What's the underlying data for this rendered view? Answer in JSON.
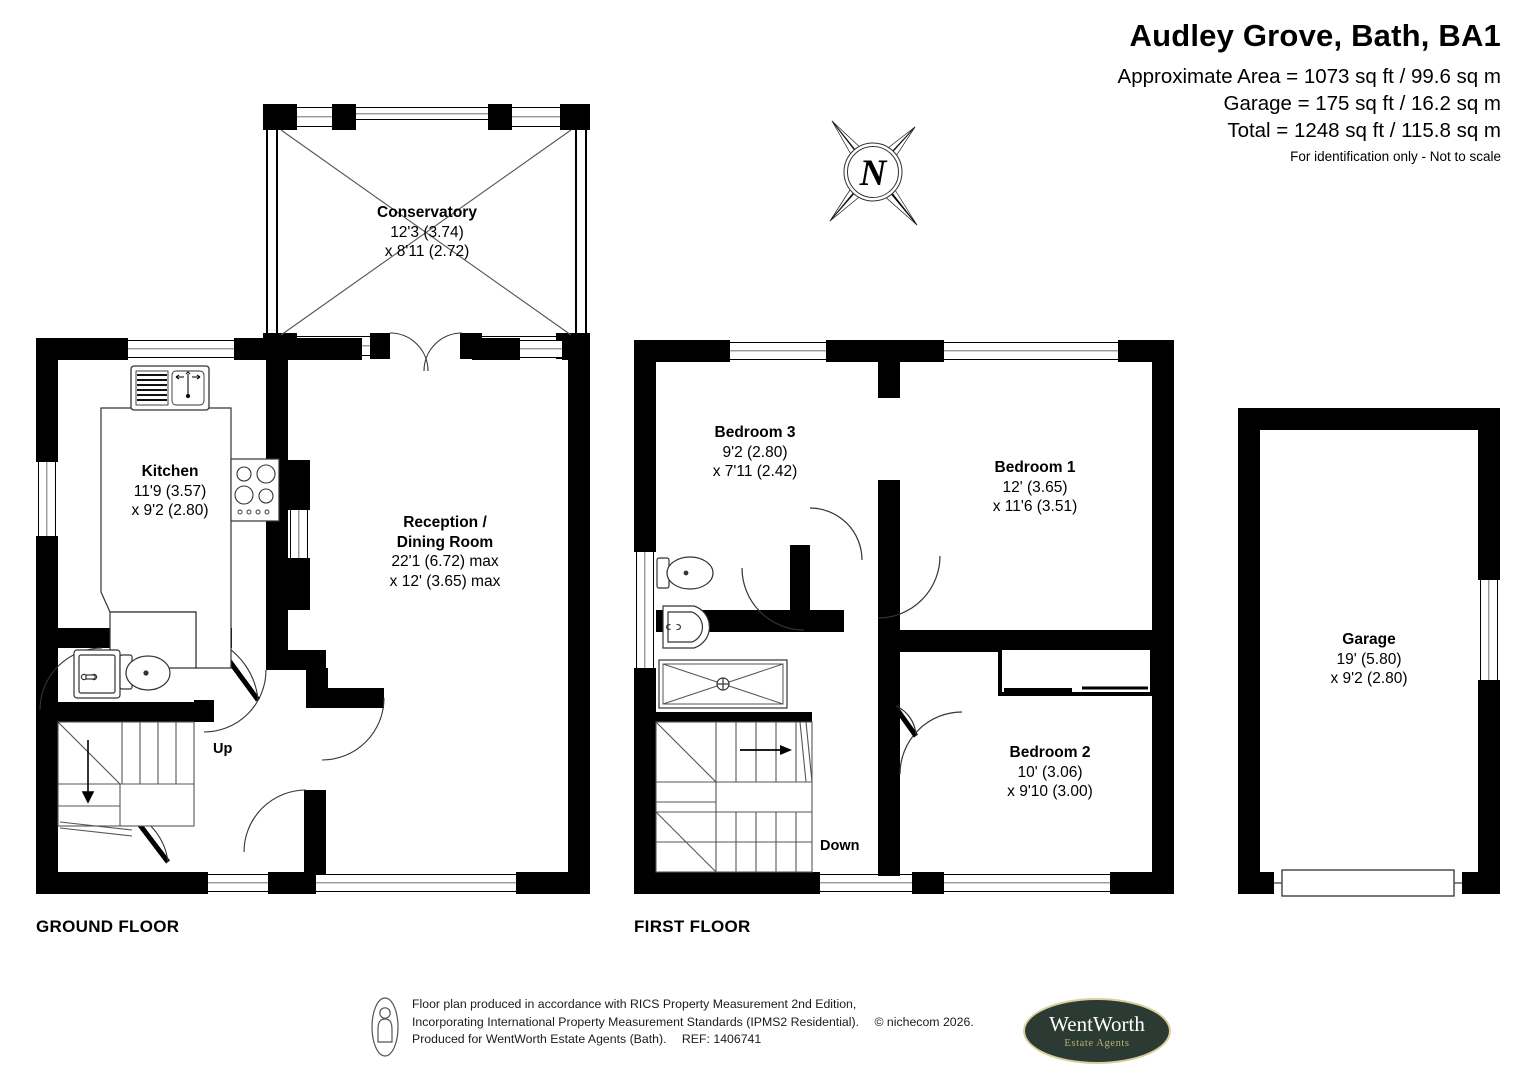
{
  "header": {
    "title": "Audley Grove, Bath, BA1",
    "approx_area": "Approximate Area = 1073 sq ft / 99.6 sq m",
    "garage_area": "Garage = 175 sq ft / 16.2 sq m",
    "total_area": "Total = 1248 sq ft / 115.8 sq m",
    "disclaimer": "For identification only - Not to scale"
  },
  "compass": {
    "north_letter": "N"
  },
  "floors": {
    "ground_caption": "GROUND FLOOR",
    "first_caption": "FIRST FLOOR"
  },
  "rooms": {
    "conservatory": {
      "name": "Conservatory",
      "dim1": "12'3 (3.74)",
      "dim2": "x 8'11 (2.72)"
    },
    "kitchen": {
      "name": "Kitchen",
      "dim1": "11'9 (3.57)",
      "dim2": "x 9'2 (2.80)"
    },
    "reception": {
      "name1": "Reception /",
      "name2": "Dining Room",
      "dim1": "22'1 (6.72) max",
      "dim2": "x 12' (3.65) max"
    },
    "bedroom3": {
      "name": "Bedroom 3",
      "dim1": "9'2 (2.80)",
      "dim2": "x 7'11 (2.42)"
    },
    "bedroom1": {
      "name": "Bedroom 1",
      "dim1": "12' (3.65)",
      "dim2": "x 11'6 (3.51)"
    },
    "bedroom2": {
      "name": "Bedroom 2",
      "dim1": "10' (3.06)",
      "dim2": "x 9'10 (3.00)"
    },
    "garage": {
      "name": "Garage",
      "dim1": "19' (5.80)",
      "dim2": "x 9'2 (2.80)"
    }
  },
  "stairs": {
    "ground_label": "Up",
    "first_label": "Down"
  },
  "footer": {
    "line1": "Floor plan produced in accordance with RICS Property Measurement 2nd Edition,",
    "line2": "Incorporating International Property Measurement Standards (IPMS2 Residential).",
    "copyright": "© nichecom 2026.",
    "line3": "Produced for WentWorth Estate Agents (Bath).",
    "ref": "REF:  1406741"
  },
  "logo": {
    "name": "WentWorth",
    "tagline": "Estate Agents"
  },
  "colors": {
    "wall": "#000000",
    "paper": "#ffffff",
    "logo_bg": "#2b3a33",
    "logo_border": "#d9cf9b",
    "logo_gold": "#bfae74"
  }
}
